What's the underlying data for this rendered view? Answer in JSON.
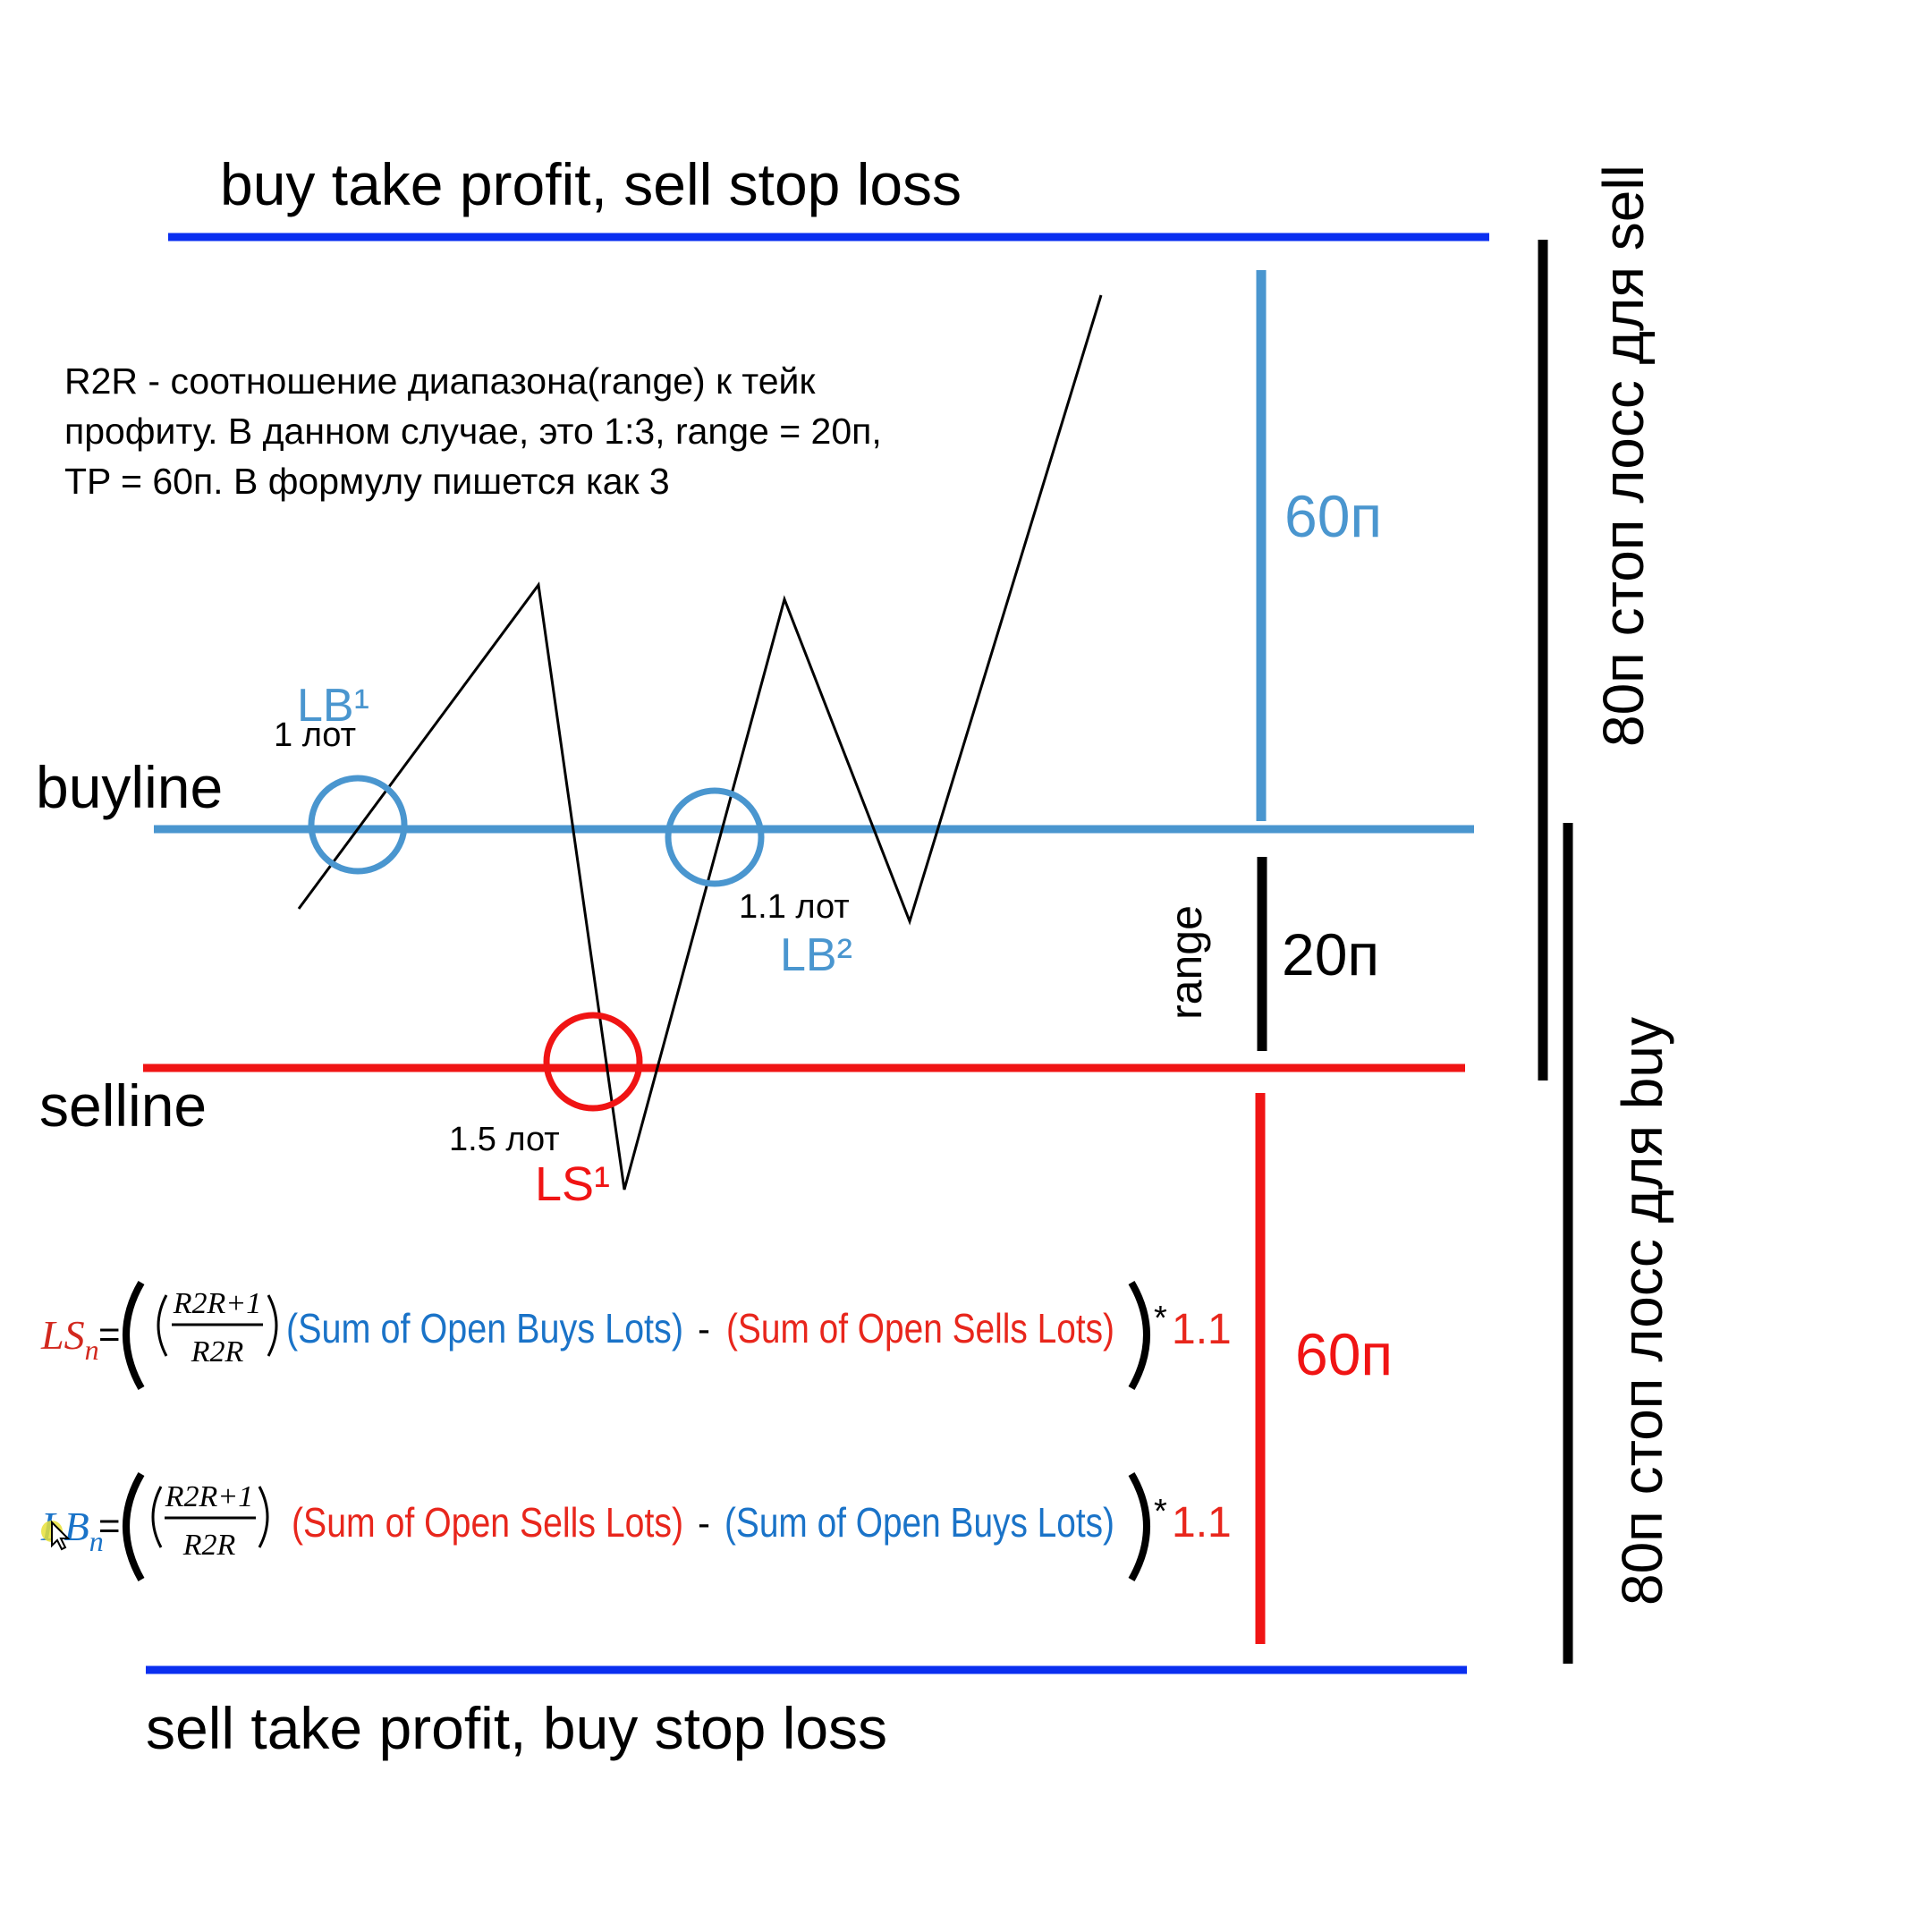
{
  "colors": {
    "blue_line": "#0a2ff0",
    "buyline": "#4a96cf",
    "selline": "#f01414",
    "black": "#000000",
    "formula_blue": "#1a73c8",
    "formula_red": "#e8261c",
    "formula_ls": "#d2281e"
  },
  "labels": {
    "top_line": "buy take profit, sell stop loss",
    "bottom_line": "sell take profit, buy stop loss",
    "buyline": "buyline",
    "selline": "selline",
    "tp_buy": "60п",
    "tp_sell": "60п",
    "range_value": "20п",
    "range_word": "range",
    "sl_sell": "80п стоп лосс для sell",
    "sl_buy": "80п стоп лосс для buy"
  },
  "description": [
    "R2R - соотношение диапазона(range) к тейк",
    "профиту. В данном случае, это 1:3, range = 20п,",
    "TP = 60п. В формулу пишется как 3"
  ],
  "entries": {
    "lb1": {
      "name": "LB¹",
      "lot": "1 лот"
    },
    "lb2": {
      "name": "LB²",
      "lot": "1.1 лот"
    },
    "ls1": {
      "name": "LS¹",
      "lot": "1.5 лот"
    }
  },
  "formulas": {
    "ls": {
      "lhs_main": "LS",
      "lhs_sub": "n",
      "eq": "=",
      "numerator": "R2R+1",
      "denominator": "R2R",
      "term1": "(Sum of Open Buys Lots)",
      "minus": "-",
      "term2": "(Sum of Open Sells Lots)",
      "mult": "*",
      "factor": "1.1"
    },
    "lb": {
      "lhs_main": "LB",
      "lhs_sub": "n",
      "eq": "=",
      "numerator": "R2R+1",
      "denominator": "R2R",
      "term1": "(Sum of Open Sells Lots)",
      "minus": "-",
      "term2": "(Sum of Open Buys Lots)",
      "mult": "*",
      "factor": "1.1"
    }
  }
}
